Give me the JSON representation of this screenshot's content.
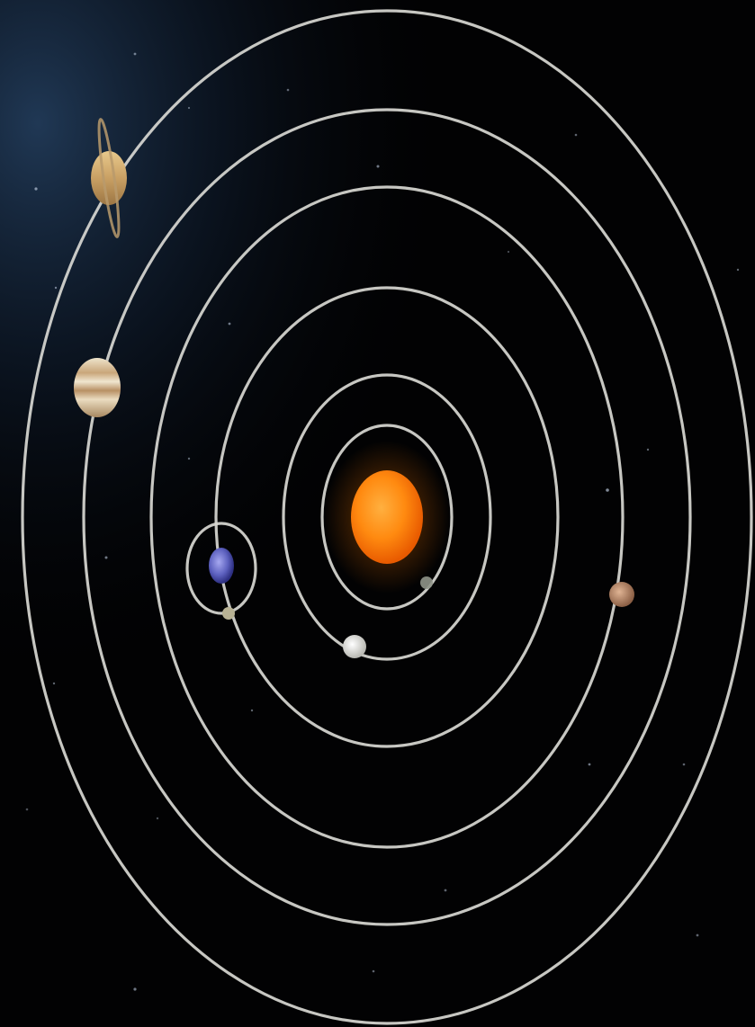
{
  "scene": {
    "description_free": true,
    "background_color": "#020203",
    "nebula_color": "#1c3350",
    "orbit_color": "#d8d8d2",
    "objects": [
      {
        "name": "sun",
        "color": "#ff8a10"
      },
      {
        "name": "mercury",
        "color": "#8f9488"
      },
      {
        "name": "venus",
        "color": "#e6e6e0"
      },
      {
        "name": "earth",
        "color": "#6a6ec8"
      },
      {
        "name": "moon",
        "color": "#b8b294"
      },
      {
        "name": "mars",
        "color": "#b88a6c"
      },
      {
        "name": "jupiter",
        "color": "#d8ccb0"
      },
      {
        "name": "saturn",
        "color": "#c9a46a"
      }
    ]
  }
}
